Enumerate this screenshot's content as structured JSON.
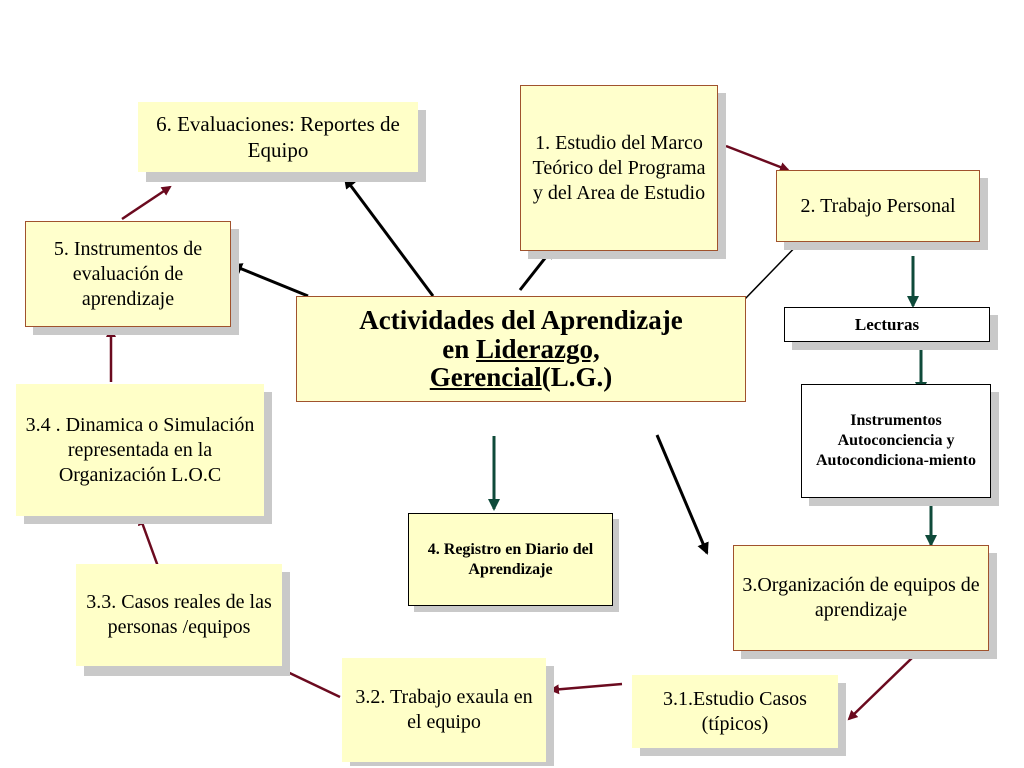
{
  "diagram": {
    "center": {
      "line1": "Actividades  del Aprendizaje",
      "line2_prefix": "en ",
      "line2_underlined": "Liderazgo,",
      "line3_underlined": "Gerencial",
      "line3_suffix": "(L.G.)"
    },
    "nodes": {
      "estudio_marco": "1. Estudio del Marco Teórico del Programa y del Area de Estudio",
      "trabajo_personal": "2. Trabajo Personal",
      "lecturas": "Lecturas",
      "instrumentos_auto": "Instrumentos Autoconciencia y Autocondiciona-miento",
      "organizacion_equipos": "3.Organización de equipos de aprendizaje",
      "estudio_casos": "3.1.Estudio Casos (típicos)",
      "trabajo_exaula": "3.2. Trabajo exaula en el equipo",
      "casos_reales": "3.3. Casos reales de    las personas /equipos",
      "dinamica": "3.4 . Dinamica o Simulación representada en la Organización L.O.C",
      "instrumentos_eval": "5. Instrumentos de evaluación de aprendizaje",
      "evaluaciones": "6. Evaluaciones: Reportes de Equipo",
      "registro_diario": "4. Registro  en Diario  del Aprendizaje"
    },
    "colors": {
      "box_fill": "#ffffcc",
      "box_border": "#a0522d",
      "arrow_brown": "#6b0a1f",
      "arrow_black": "#000000",
      "arrow_green": "#0f4a3a"
    }
  }
}
